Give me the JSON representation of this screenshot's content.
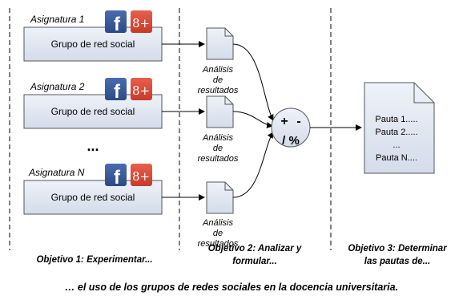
{
  "subjects": [
    {
      "label": "Asignatura 1",
      "group": "Grupo de red social"
    },
    {
      "label": "Asignatura 2",
      "group": "Grupo de red social"
    },
    {
      "label": "Asignatura N",
      "group": "Grupo de red social"
    }
  ],
  "ellipsis": "...",
  "analysis": [
    {
      "line1": "Análisis",
      "line2": "de",
      "line3": "resultados"
    },
    {
      "line1": "Análisis",
      "line2": "de",
      "line3": "resultados"
    },
    {
      "line1": "Análisis",
      "line2": "de",
      "line3": "resultados"
    }
  ],
  "operator": {
    "plus": "+",
    "minus": "-",
    "ratio": "/ %"
  },
  "output_doc": {
    "lines": [
      "Pauta 1.....",
      "Pauta 2.....",
      "...",
      "Pauta N...."
    ]
  },
  "objectives": {
    "o1": "Objetivo 1: Experimentar...",
    "o2_line1": "Objetivo 2: Analizar y",
    "o2_line2": "formular...",
    "o3_line1": "Objetivo 3: Determinar",
    "o3_line2": "las pautas de..."
  },
  "caption": "… el uso de los grupos de redes sociales en la docencia universitaria.",
  "social_icons": {
    "facebook": "f",
    "googleplus": "8+"
  },
  "colors": {
    "box_fill": "#dde5f2",
    "box_stroke": "#555555",
    "facebook": "#3b5998",
    "googleplus": "#dc4a38",
    "doc_fill": "#dde5f2"
  }
}
